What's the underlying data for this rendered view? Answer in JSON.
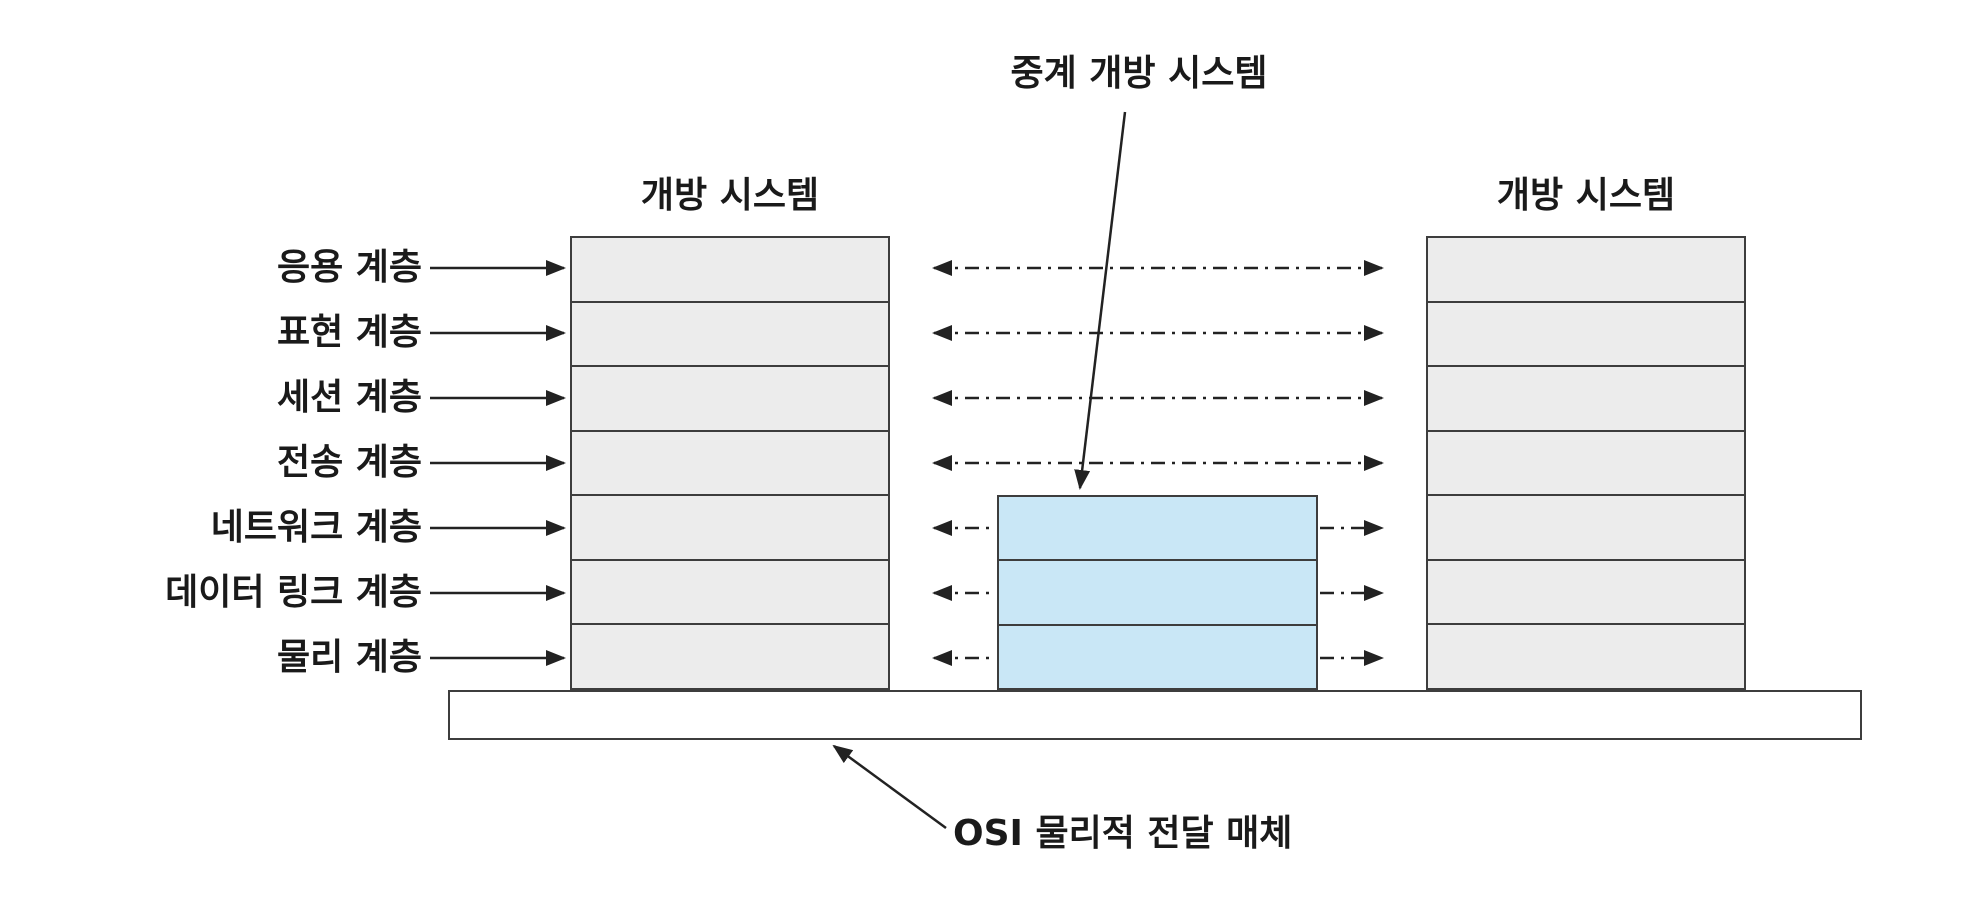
{
  "diagram": {
    "relay_title": "중계 개방 시스템",
    "left_system_title": "개방 시스템",
    "right_system_title": "개방 시스템",
    "medium_label": "OSI 물리적 전달 매체",
    "layer_labels": [
      "응용 계층",
      "표현 계층",
      "세션 계층",
      "전송 계층",
      "네트워크 계층",
      "데이터 링크 계층",
      "물리 계층"
    ],
    "relay_layer_count": 3,
    "open_system_layer_count": 7,
    "colors": {
      "layer_box_fill": "#ececec",
      "relay_box_fill": "#c9e7f6",
      "line": "#222222",
      "border": "#3d3d3d"
    }
  }
}
